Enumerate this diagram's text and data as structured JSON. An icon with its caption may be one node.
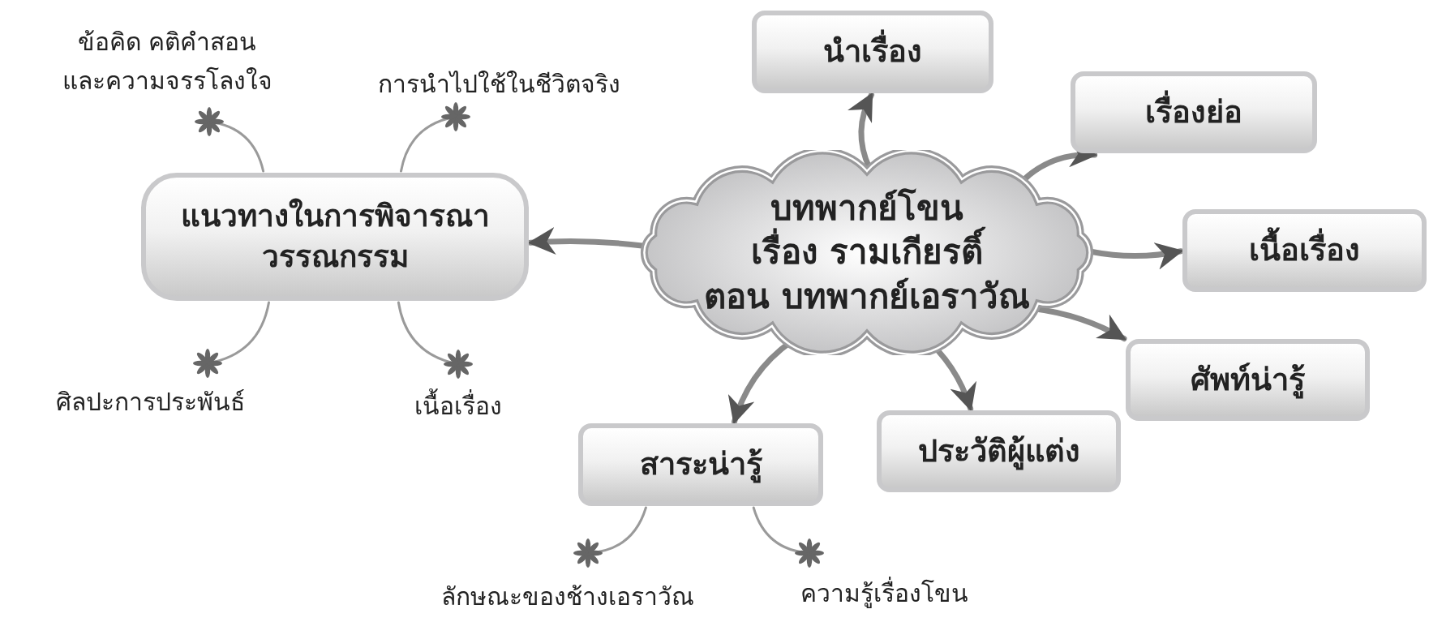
{
  "diagram": {
    "nodes": [
      {
        "text": [
          "บทพากย์โขน เรื่อง รามเกียรติ์ ตอน บทพากย์เอราวัณ"
        ]
      },
      {
        "text": [
          "นำเรื่อง"
        ]
      },
      {
        "text": [
          "เรื่องย่อ"
        ]
      },
      {
        "text": [
          "เนื้อเรื่อง"
        ]
      },
      {
        "text": [
          "ศัพท์น่ารู้"
        ]
      },
      {
        "text": [
          "ประวัติผู้แต่ง"
        ]
      },
      {
        "text": [
          "สาระน่ารู้"
        ]
      },
      {
        "text": [
          "แนวทางในการพิจารณาวรรณกรรม"
        ]
      },
      {
        "text": [
          "ข้อคิด คติคำสอน และความจรรโลงใจ"
        ]
      },
      {
        "text": [
          "การนำไปใช้ในชีวิตจริง"
        ]
      },
      {
        "text": [
          "ศิลปะการประพันธ์"
        ]
      },
      {
        "text": [
          "เนื้อเรื่อง"
        ]
      },
      {
        "text": [
          "ลักษณะของช้างเอราวัณ"
        ]
      },
      {
        "text": [
          "ความรู้เรื่องโขน"
        ]
      }
    ],
    "edges": [
      {
        "from": 0,
        "to": 1,
        "arrow": "to"
      },
      {
        "from": 0,
        "to": 2,
        "arrow": "to"
      },
      {
        "from": 0,
        "to": 3,
        "arrow": "to"
      },
      {
        "from": 0,
        "to": 4,
        "arrow": "to"
      },
      {
        "from": 0,
        "to": 5,
        "arrow": "to"
      },
      {
        "from": 0,
        "to": 6,
        "arrow": "to"
      },
      {
        "from": 0,
        "to": 7,
        "arrow": "to"
      },
      {
        "from": 7,
        "to": 8,
        "arrow": "other"
      },
      {
        "from": 7,
        "to": 9,
        "arrow": "other"
      },
      {
        "from": 7,
        "to": 10,
        "arrow": "other"
      },
      {
        "from": 7,
        "to": 11,
        "arrow": "other"
      },
      {
        "from": 6,
        "to": 12,
        "arrow": "other"
      },
      {
        "from": 6,
        "to": 13,
        "arrow": "other"
      }
    ]
  }
}
